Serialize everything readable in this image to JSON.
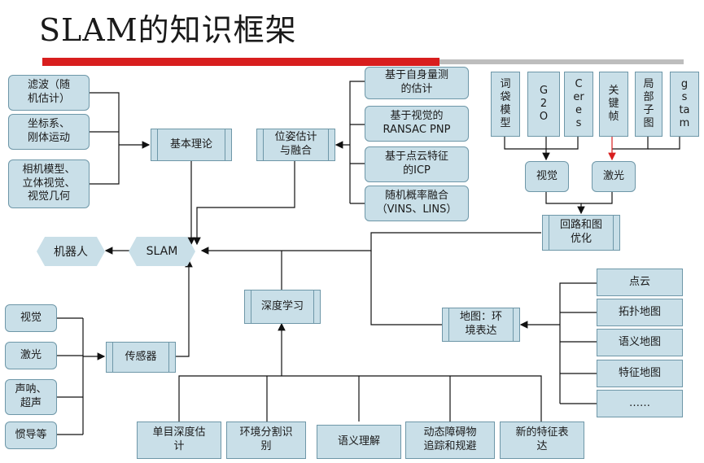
{
  "slide": {
    "title": "SLAM的知识框架"
  },
  "diagram": {
    "center": "SLAM",
    "robot": "机器人",
    "theory": {
      "label": "基本理论",
      "inputs": [
        "滤波（随\n机估计）",
        "坐标系、\n刚体运动",
        "相机模型、\n立体视觉、\n视觉几何"
      ]
    },
    "pose": {
      "label": "位姿估计\n与融合",
      "inputs": [
        "基于自身量测\n的估计",
        "基于视觉的\nRANSAC PNP",
        "基于点云特征\n的ICP",
        "随机概率融合\n（VINS、LINS）"
      ]
    },
    "tools": [
      "词\n袋\n模\n型",
      "G\n2\nO",
      "C\ner\nes",
      "关\n键\n帧",
      "局\n部\n子\n图",
      "gs\nta\nm"
    ],
    "branches": {
      "visual": "视觉",
      "laser": "激光"
    },
    "loop": "回路和图\n优化",
    "map": {
      "label": "地图：环\n境表达",
      "types": [
        "点云",
        "拓扑地图",
        "语义地图",
        "特征地图",
        "……"
      ]
    },
    "deep": {
      "label": "深度学习",
      "topics": [
        "单目深度估\n计",
        "环境分割识\n别",
        "语义理解",
        "动态障碍物\n追踪和规避",
        "新的特征表\n达"
      ]
    },
    "sensor": {
      "label": "传感器",
      "inputs": [
        "视觉",
        "激光",
        "声呐、\n超声",
        "惯导等"
      ]
    }
  }
}
